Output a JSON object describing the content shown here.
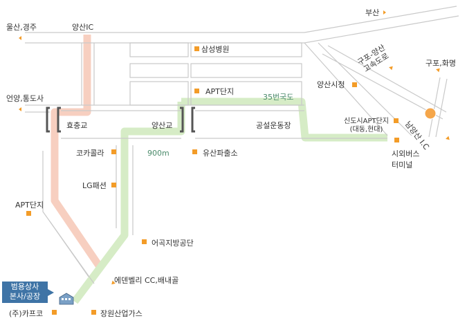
{
  "places": {
    "busan": "부산",
    "ulsan_gyeongju": "울산,경주",
    "yangsan_ic": "양산IC",
    "samsung_hospital": "삼성병원",
    "gupo_yangsan_expressway": "구포-양산\n고속도로",
    "gupo_hwamyeong": "구포,화명",
    "eonyang_tongdosa": "언양,통도사",
    "apt_complex_1": "APT단지",
    "yangsan_city_hall": "양산시청",
    "route_35": "35번국도",
    "sindosi_apt": "신도시APT단지\n(대동,현대)",
    "namyangsan_ic": "남양산 I.C",
    "hyochung_bridge": "효충교",
    "yangsan_bridge": "양산교",
    "sports_complex": "공설운동장",
    "coca_cola": "코카콜라",
    "distance_900m": "900m",
    "yusan_police_box": "유산파출소",
    "intercity_bus_terminal": "시외버스\n터미널",
    "lg_fashion": "LG패션",
    "apt_complex_2": "APT단지",
    "eogok_industrial": "어곡지방공단",
    "edenvalley": "에덴벨리 CC,배내골",
    "kapco": "(주)카프코",
    "jangwon_gas": "장원산업가스"
  },
  "headquarters": {
    "label": "범용상사\n본사/공장"
  },
  "colors": {
    "road_outline": "#c9c9c9",
    "highlight_red_route": "#f7cfc0",
    "highlight_green_route": "#d6ecc6",
    "marker": "#f39c28",
    "hq_badge": "#3f74a6",
    "ic_circle": "#f5a64a"
  },
  "icons": {
    "marker": "orange-square-marker",
    "direction": "orange-triangle-arrow",
    "building": "factory-building-icon"
  }
}
